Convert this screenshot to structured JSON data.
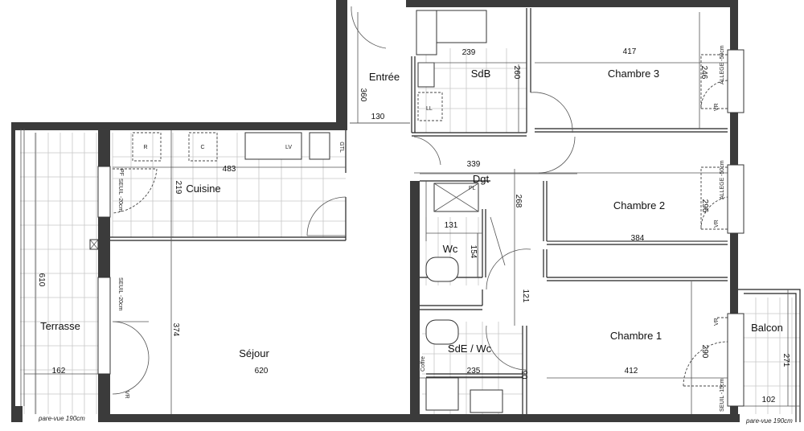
{
  "rooms": {
    "entree": "Entrée",
    "sdb": "SdB",
    "chambre3": "Chambre 3",
    "cuisine": "Cuisine",
    "dgt": "Dgt",
    "chambre2": "Chambre 2",
    "wc": "Wc",
    "terrasse": "Terrasse",
    "sejour": "Séjour",
    "sde_wc": "SdE / Wc",
    "chambre1": "Chambre 1",
    "balcon": "Balcon"
  },
  "dimensions": {
    "sdb_width": "239",
    "sdb_depth": "260",
    "chambre3_width": "417",
    "chambre3_depth": "246",
    "entree_depth": "360",
    "entree_width": "130",
    "cuisine_width": "483",
    "cuisine_depth": "219",
    "dgt_width": "339",
    "dgt_depth": "268",
    "chambre2_width": "384",
    "chambre2_depth": "296",
    "wc_width": "131",
    "wc_depth": "154",
    "door_121": "121",
    "terrasse_depth": "610",
    "terrasse_width": "162",
    "sejour_depth": "374",
    "sejour_width": "620",
    "sde_width": "235",
    "sde_90": "90",
    "chambre1_width": "412",
    "chambre1_depth": "290",
    "balcon_depth": "271",
    "balcon_width": "102"
  },
  "annotations": {
    "fridge": "R",
    "cooker": "C",
    "dishwasher": "LV",
    "gtl": "GTL",
    "washing_machine": "LL",
    "shower_pl": "PL",
    "pf": "PF",
    "vr": "VR",
    "seuil_20": "SEUIL -20cm",
    "seuil_15": "SEUIL -15cm",
    "allege_50": "ALLEGE -50cm",
    "coffre": "Coffre",
    "pare_vue_terrasse": "pare-vue 190cm",
    "pare_vue_balcon": "pare-vue 190cm"
  },
  "colors": {
    "wall": "#3b3b3b",
    "tile_grid": "#c8c8c8"
  }
}
